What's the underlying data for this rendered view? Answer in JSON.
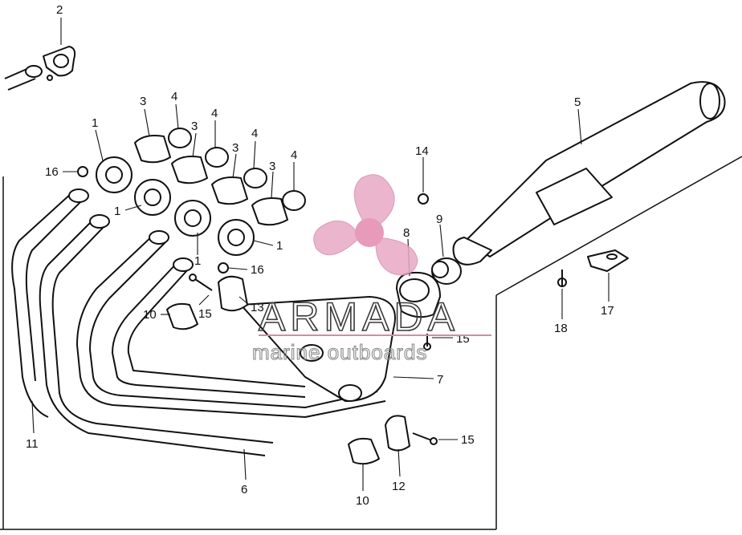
{
  "diagram": {
    "callouts": [
      {
        "id": "c2",
        "text": "2"
      },
      {
        "id": "c3a",
        "text": "3"
      },
      {
        "id": "c4a",
        "text": "4"
      },
      {
        "id": "c3b",
        "text": "3"
      },
      {
        "id": "c4b",
        "text": "4"
      },
      {
        "id": "c3c",
        "text": "3"
      },
      {
        "id": "c4c",
        "text": "4"
      },
      {
        "id": "c3d",
        "text": "3"
      },
      {
        "id": "c4d",
        "text": "4"
      },
      {
        "id": "c1a",
        "text": "1"
      },
      {
        "id": "c1b",
        "text": "1"
      },
      {
        "id": "c1c",
        "text": "1"
      },
      {
        "id": "c1d",
        "text": "1"
      },
      {
        "id": "c16a",
        "text": "16"
      },
      {
        "id": "c16b",
        "text": "16"
      },
      {
        "id": "c5",
        "text": "5"
      },
      {
        "id": "c14",
        "text": "14"
      },
      {
        "id": "c9",
        "text": "9"
      },
      {
        "id": "c8",
        "text": "8"
      },
      {
        "id": "c17",
        "text": "17"
      },
      {
        "id": "c18",
        "text": "18"
      },
      {
        "id": "c15a",
        "text": "15"
      },
      {
        "id": "c15b",
        "text": "15"
      },
      {
        "id": "c15c",
        "text": "15"
      },
      {
        "id": "c10a",
        "text": "10"
      },
      {
        "id": "c13",
        "text": "13"
      },
      {
        "id": "c7",
        "text": "7"
      },
      {
        "id": "c11",
        "text": "11"
      },
      {
        "id": "c6",
        "text": "6"
      },
      {
        "id": "c10b",
        "text": "10"
      },
      {
        "id": "c12",
        "text": "12"
      }
    ]
  },
  "watermark": {
    "brand": "ARMADA",
    "tagline": "marine outboards",
    "colors": {
      "accent": "#e7a9c5",
      "text": "#3a3a3a"
    }
  }
}
